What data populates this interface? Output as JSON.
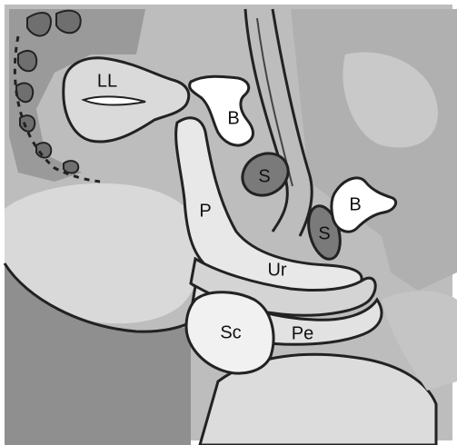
{
  "labels": {
    "ll": "LL",
    "b_upper": "B",
    "s_upper": "S",
    "p": "P",
    "b_right": "B",
    "s_right": "S",
    "ur": "Ur",
    "pe": "Pe",
    "sc": "Sc"
  },
  "colors": {
    "background_tissue": "#bdbdbd",
    "light_tissue": "#e6e6e6",
    "dark_tissue": "#8e8e8e",
    "medium_tissue": "#a8a8a8",
    "white_region": "#ffffff",
    "outline": "#222222",
    "frame_gray": "#7a7a7a"
  }
}
